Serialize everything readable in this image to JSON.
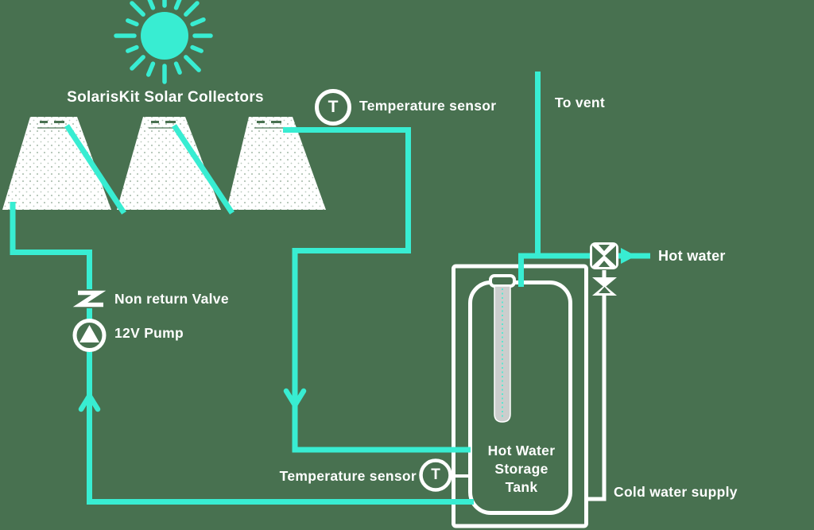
{
  "scene": {
    "background_color": "#487150",
    "accent_color": "#38EDD2",
    "line_color": "#FFFFFF",
    "tube_color": "#CBCECD"
  },
  "collectors": {
    "title": "SolarisKit Solar Collectors",
    "count": 3
  },
  "sensors": {
    "top_label": "Temperature sensor",
    "bottom_label": "Temperature sensor",
    "symbol": "T"
  },
  "vent": {
    "label": "To vent"
  },
  "hot_water": {
    "label": "Hot water"
  },
  "cold_water": {
    "label": "Cold water supply"
  },
  "non_return_valve": {
    "label": "Non return Valve"
  },
  "pump": {
    "label": "12V Pump"
  },
  "tank": {
    "lines": [
      "Hot Water",
      "Storage",
      "Tank"
    ]
  },
  "icons": {
    "sun_icon": "radiating sun",
    "temperature_sensor_icon": "circle with letter T",
    "pump_icon": "circle with upward triangle",
    "non_return_valve_icon": "z-shaped check valve symbol",
    "outlet_valve_icon": "rounded square with cross valve",
    "relief_valve_icon": "bowtie triangle valve",
    "flow_arrow": "chevron flow arrow"
  }
}
